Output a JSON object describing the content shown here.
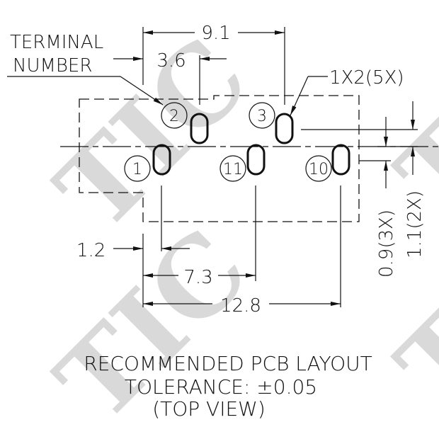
{
  "drawing": {
    "title": "RECOMMENDED PCB LAYOUT",
    "tolerance": "TOLERANCE: ±0.05",
    "view": "(TOP VIEW)",
    "watermark": "TIC",
    "colors": {
      "line": "#111111",
      "watermark": "#d9d9d9",
      "background": "#ffffff"
    }
  },
  "callouts": {
    "terminal_number_line1": "TERMINAL",
    "terminal_number_line2": "NUMBER",
    "pad_size": "1X2(5X)"
  },
  "dimensions": {
    "d_9_1": "9.1",
    "d_3_6": "3.6",
    "d_1_2": "1.2",
    "d_7_3": "7.3",
    "d_12_8": "12.8",
    "d_0_9": "0.9(3X)",
    "d_1_1": "1.1(2X)"
  },
  "terminals": [
    {
      "number": "2",
      "row": "upper"
    },
    {
      "number": "3",
      "row": "upper"
    },
    {
      "number": "1",
      "row": "lower"
    },
    {
      "number": "11",
      "row": "lower"
    },
    {
      "number": "10",
      "row": "lower"
    }
  ]
}
